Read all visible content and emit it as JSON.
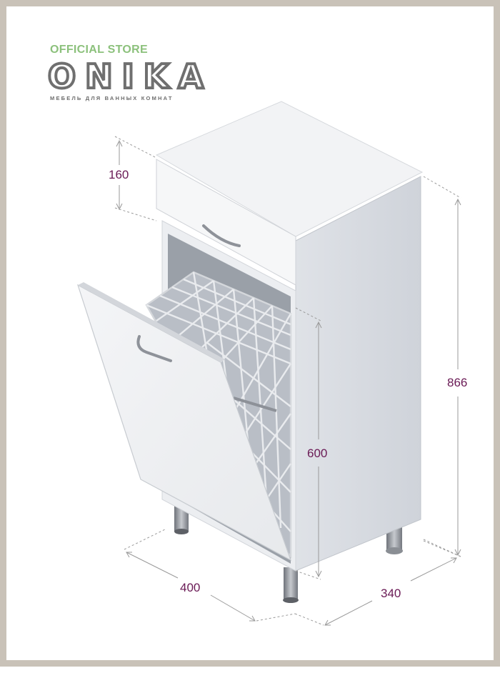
{
  "brand": {
    "store_label": "OFFICIAL STORE",
    "logo": "ONIKA",
    "tagline": "МЕБЕЛЬ ДЛЯ ВАННЫХ КОМНАТ"
  },
  "dimensions": {
    "drawer_height": "160",
    "basket_height": "600",
    "total_height": "866",
    "width": "400",
    "depth": "340"
  },
  "colors": {
    "frame": "#c9c2b8",
    "brand_green": "#8cc17c",
    "dimension_text": "#6a1a55",
    "dimension_line": "#9a9a9a"
  }
}
